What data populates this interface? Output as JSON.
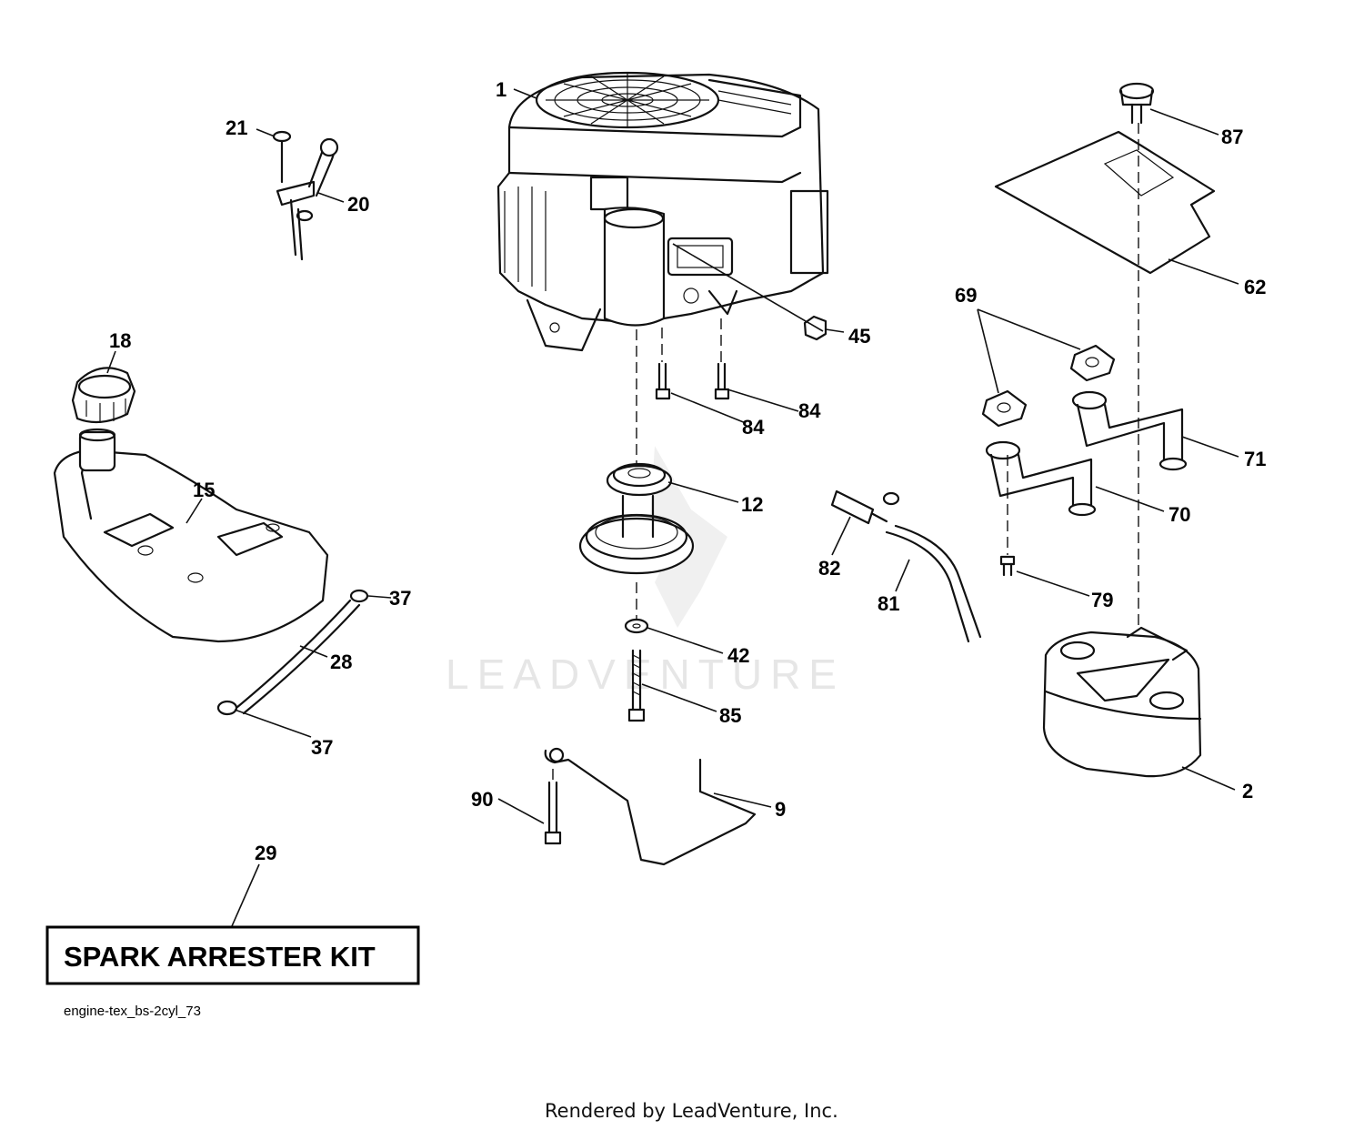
{
  "callouts": [
    {
      "id": "1",
      "label": "1"
    },
    {
      "id": "2",
      "label": "2"
    },
    {
      "id": "9",
      "label": "9"
    },
    {
      "id": "12",
      "label": "12"
    },
    {
      "id": "15",
      "label": "15"
    },
    {
      "id": "18",
      "label": "18"
    },
    {
      "id": "20",
      "label": "20"
    },
    {
      "id": "21",
      "label": "21"
    },
    {
      "id": "28",
      "label": "28"
    },
    {
      "id": "29",
      "label": "29"
    },
    {
      "id": "37a",
      "label": "37"
    },
    {
      "id": "37b",
      "label": "37"
    },
    {
      "id": "42",
      "label": "42"
    },
    {
      "id": "45",
      "label": "45"
    },
    {
      "id": "62",
      "label": "62"
    },
    {
      "id": "69",
      "label": "69"
    },
    {
      "id": "70",
      "label": "70"
    },
    {
      "id": "71",
      "label": "71"
    },
    {
      "id": "79",
      "label": "79"
    },
    {
      "id": "81",
      "label": "81"
    },
    {
      "id": "82",
      "label": "82"
    },
    {
      "id": "84a",
      "label": "84"
    },
    {
      "id": "84b",
      "label": "84"
    },
    {
      "id": "85",
      "label": "85"
    },
    {
      "id": "87",
      "label": "87"
    },
    {
      "id": "90",
      "label": "90"
    }
  ],
  "kit_label": "SPARK ARRESTER KIT",
  "diagram_code": "engine-tex_bs-2cyl_73",
  "watermark": "LEADVENTURE",
  "footer": "Rendered by LeadVenture, Inc."
}
